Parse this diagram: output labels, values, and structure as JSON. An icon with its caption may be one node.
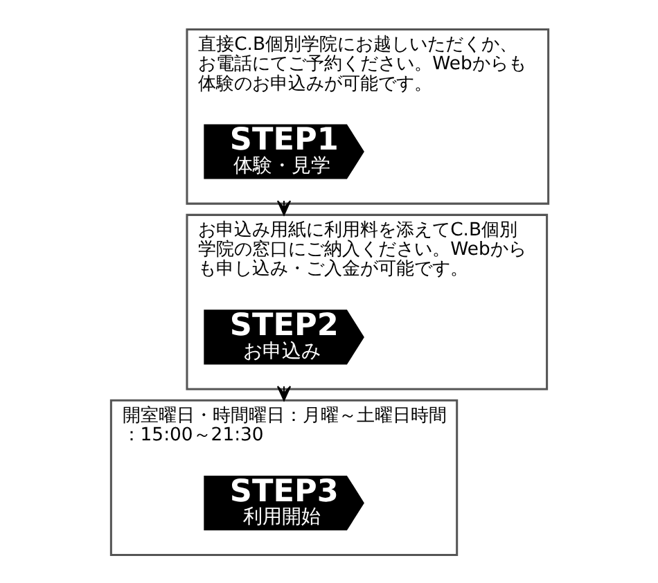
{
  "diagram": {
    "nodes": [
      {
        "text": [
          "直接C.B個別学院にお越しいただくか、お電話にてご予約ください。Webからも体験のお申込みが可能です。"
        ]
      },
      {
        "text": [
          "STEP1",
          "体験・見学"
        ],
        "in": 0
      },
      {
        "text": [
          "お申込み用紙に利用料を添えてC.B個別学院の窓口にご納入ください。Webからも申し込み・ご入金が可能です。"
        ]
      },
      {
        "text": [
          "STEP2",
          "お申込み"
        ],
        "in": 2
      },
      {
        "text": [
          "開室曜日・時間曜日：月曜～土曜日時間：15:00～21:30"
        ]
      },
      {
        "text": [
          "STEP3",
          "利用開始"
        ],
        "in": 4
      }
    ],
    "edges": [
      {
        "from": 0,
        "to": 2,
        "arrow": "to"
      },
      {
        "from": 2,
        "to": 4,
        "arrow": "to"
      }
    ]
  }
}
